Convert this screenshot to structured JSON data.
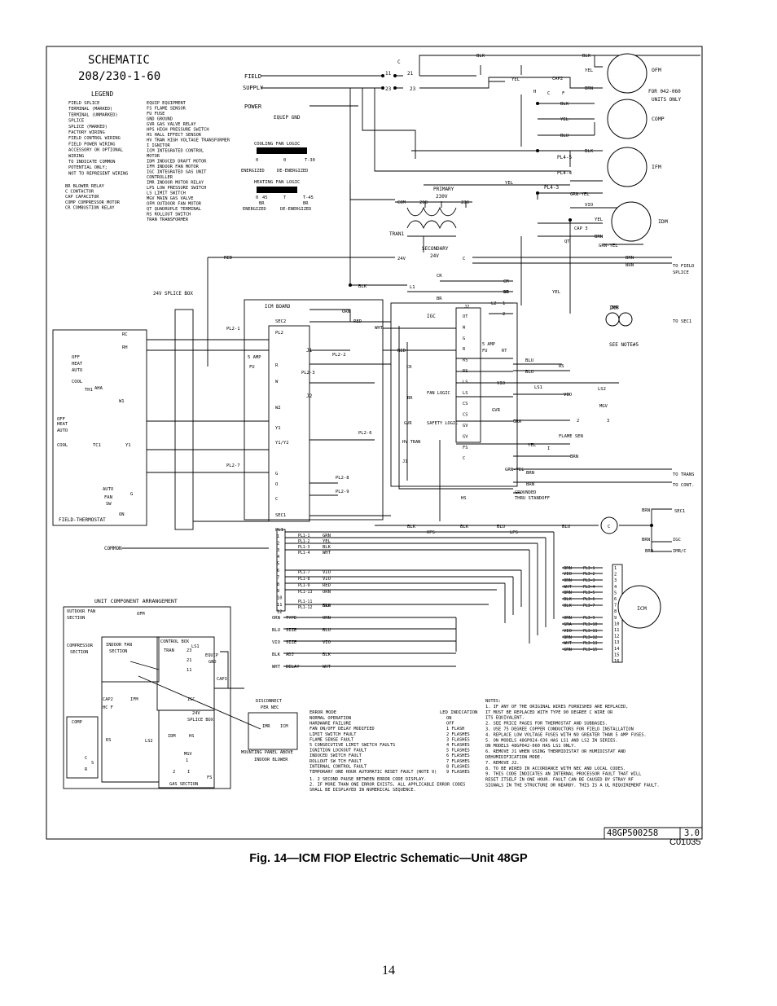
{
  "schematic": {
    "title_line1": "SCHEMATIC",
    "title_line2": "208/230-1-60",
    "legend_title": "LEGEND",
    "legend_symbols": [
      "FIELD SPLICE",
      "TERMINAL (MARKED)",
      "TERMINAL (UNMARKED)",
      "SPLICE",
      "SPLICE (MARKED)",
      "FACTORY WIRING",
      "FIELD CONTROL WIRING",
      "FIELD POWER WIRING",
      "ACCESSORY OR OPTIONAL",
      "WIRING",
      "TO INDICATE COMMON",
      "POTENTIAL ONLY;",
      "NOT TO REPRESENT WIRING"
    ],
    "legend_abbrev_a": [
      "BR  BLOWER RELAY",
      "C   CONTACTOR",
      "CAP CAPACITOR",
      "COMP COMPRESSOR MOTOR",
      "CR  COMBUSTION RELAY"
    ],
    "legend_abbrev_b": [
      "EQUIP EQUIPMENT",
      "FS  FLAME SENSOR",
      "FU  FUSE",
      "GND GROUND",
      "GVR GAS VALVE RELAY",
      "HPS HIGH PRESSURE SWITCH",
      "HS  HALL EFFECT SENSOR",
      "HV TRAN HIGH VOLTAGE TRANSFORMER",
      "I   IGNITOR",
      "ICM INTEGRATED CONTROL",
      "    MOTOR",
      "IDM INDUCED DRAFT MOTOR",
      "IFM INDOOR FAN MOTOR",
      "IGC INTEGRATED GAS UNIT",
      "    CONTROLLER",
      "IMR INDOOR MOTOR RELAY",
      "LPS LOW PRESSURE SWITCH",
      "LS  LIMIT SWITCH",
      "MGV MAIN GAS VALVE",
      "OFM OUTDOOR FAN MOTOR",
      "QT  QUADRUPLE TERMINAL",
      "RS  ROLLOUT SWITCH",
      "TRAN TRANSFORMER"
    ],
    "cooling_logic_title": "COOLING FAN LOGIC",
    "cooling_logic_ticks": [
      "0",
      "0",
      "T-30"
    ],
    "cooling_logic_states": [
      "ENERGIZED",
      "DE-ENERGIZED"
    ],
    "heating_logic_title": "HEATING FAN LOGIC",
    "heating_logic_ticks": [
      "0",
      "45",
      "T",
      "T-45"
    ],
    "heating_logic_codes": [
      "BR",
      "BR"
    ],
    "heating_logic_states": [
      "ENERGIZED",
      "DE-ENERGIZED"
    ],
    "field_supply": [
      "FIELD",
      "SUPPLY",
      "POWER",
      "EQUIP GND"
    ],
    "power_terminals": [
      "11",
      "21",
      "23",
      "23",
      "C"
    ],
    "wire_colors": [
      "BLK",
      "BLK",
      "YEL",
      "BRN",
      "YEL",
      "BLK",
      "YEL",
      "BLU",
      "BLK",
      "YEL",
      "GRN-YEL",
      "VIO",
      "YEL",
      "BRN",
      "GRN-YEL",
      "BRN",
      "BRN",
      "RED",
      "BLK",
      "YEL",
      "ORN",
      "RED",
      "WHT",
      "RED",
      "BLU",
      "BLU",
      "VIO",
      "VIO",
      "GRA",
      "YEL",
      "BRN",
      "GRN-YEL",
      "BRN",
      "BRN",
      "BLK",
      "BLK",
      "BLU",
      "BLU",
      "BRN",
      "BRN",
      "BRN"
    ],
    "transformer": {
      "primary": "PRIMARY",
      "primary_v": "230V",
      "taps": [
        "COM",
        "208",
        "230"
      ],
      "name": "TRAN1",
      "secondary": "SECONDARY",
      "secondary_v": "24V",
      "out": [
        "24V",
        "C"
      ]
    },
    "motors": [
      {
        "label": "OFM",
        "note": "FOR 042-060",
        "note2": "UNITS ONLY"
      },
      {
        "label": "COMP",
        "note": "",
        "note2": ""
      },
      {
        "label": "IFM",
        "note": "",
        "note2": ""
      },
      {
        "label": "IDM",
        "note": "",
        "note2": ""
      },
      {
        "label": "ICM",
        "note": "",
        "note2": ""
      }
    ],
    "cap_labels": [
      "CAP2",
      "H",
      "C",
      "F",
      "CAP 3",
      "QT"
    ],
    "pl_labels": [
      "PL4-5",
      "PL4-4",
      "PL4-3"
    ],
    "to_field_splice": [
      "TO FIELD",
      "SPLICE"
    ],
    "to_sec1": "TO SEC1",
    "to_trans": "TO TRANS",
    "to_cont": "TO CONT.",
    "imr_label": "IMR",
    "see_note": "SEE NOTE#5",
    "cr_terms": [
      "CR",
      "BR",
      "CM",
      "BM",
      "L2",
      "L1",
      "1",
      "2",
      "11"
    ],
    "splice_box_label": "24V SPLICE BOX",
    "icm_board_label": "ICM BOARD",
    "icm_board_terms": [
      "SEC2",
      "PL2",
      "R",
      "W",
      "W2",
      "Y1",
      "Y1/Y2",
      "G",
      "O",
      "C",
      "SEC1"
    ],
    "fuse_label": "5 AMP",
    "fuse_code": "FU",
    "j_labels": [
      "J1",
      "J2"
    ],
    "pl2_labels": [
      "PL2-1",
      "PL2-2",
      "PL2-3",
      "PL2-6",
      "PL2-7",
      "PL2-8",
      "PL2-9"
    ],
    "thermostat": {
      "title": "FIELD-THERMOSTAT",
      "labels": [
        "RC",
        "RH",
        "OFF",
        "HEAT",
        "AUTO",
        "COOL",
        "TH1",
        "AHA",
        "W1",
        "OFF",
        "HEAT",
        "AUTO",
        "COOL",
        "TC1",
        "Y1",
        "AUTO",
        "FAN",
        "SW",
        "ON",
        "G"
      ],
      "common": "COMMON"
    },
    "igc": {
      "label": "IGC",
      "terms": [
        "OT",
        "W",
        "G",
        "R",
        "RS",
        "RS",
        "LS",
        "LS",
        "CS",
        "CS",
        "GV",
        "GV",
        "FS",
        "C"
      ],
      "parts": [
        "CR",
        "BR",
        "FAN LOGIC",
        "GVR",
        "SAFETY LOGIC",
        "HV TRAN",
        "J2",
        "J1",
        "5 AMP",
        "FU",
        "RT",
        "I",
        "2",
        "3"
      ]
    },
    "components": [
      "RS",
      "LS1",
      "LS2",
      "MGV",
      "GVR",
      "FLAME SEN",
      "HS",
      "HPS",
      "LPS",
      "IMR",
      "GROUNDED",
      "THRU STANDOFF",
      "C",
      "SEC1",
      "IGC",
      "IMR/C"
    ],
    "pl1": {
      "label": "PL1",
      "rows": [
        "1",
        "2",
        "3",
        "4",
        "5",
        "6",
        "7",
        "8",
        "9",
        "10",
        "11",
        "12"
      ],
      "tags": [
        "PL1-1",
        "PL1-2",
        "PL1-3",
        "PL1-4",
        "PL1-7",
        "PL1-8",
        "PL1-9",
        "PL1-13",
        "PL1-11",
        "PL1-12"
      ],
      "colors": [
        "GRN",
        "YEL",
        "BLK",
        "WHT",
        "VIO",
        "VIO",
        "RED",
        "ORN",
        "GRA",
        "BLU"
      ]
    },
    "dip": [
      {
        "wire": "ORN",
        "label": "TYPE"
      },
      {
        "wire": "BLU",
        "label": "SIZE"
      },
      {
        "wire": "VIO",
        "label": "SIZE"
      },
      {
        "wire": "BLK",
        "label": "ADJ"
      },
      {
        "wire": "WHT",
        "label": "DELAY"
      }
    ],
    "dip_out_colors": [
      "ORN",
      "BLU",
      "VIO",
      "BLK",
      "WHT"
    ],
    "pl3": {
      "left_colors": [
        "BRN",
        "VIO",
        "ORN",
        "WHT",
        "BRN",
        "BLK",
        "BLK",
        "ORN",
        "GRA",
        "VIO",
        "BRN",
        "WHT",
        "GRN"
      ],
      "tags": [
        "PL3-1",
        "PL3-2",
        "PL3-3",
        "PL3-4",
        "PL3-5",
        "PL3-6",
        "PL3-7",
        "PL3-9",
        "PL3-10",
        "PL3-11",
        "PL3-12",
        "PL3-13",
        "PL3-15"
      ],
      "pins": [
        "1",
        "2",
        "3",
        "4",
        "5",
        "6",
        "7",
        "8",
        "9",
        "10",
        "11",
        "12",
        "13",
        "14",
        "15",
        "16"
      ]
    },
    "arrangement": {
      "title": "UNIT COMPONENT ARRANGEMENT",
      "labels": [
        "OUTDOOR FAN",
        "SECTION",
        "OFM",
        "COMPRESSOR",
        "SECTION",
        "INDOOR FAN",
        "SECTION",
        "CONTROL BOX",
        "LS1",
        "TRAN",
        "23",
        "21",
        "11",
        "EQUIP",
        "GND",
        "CAP3",
        "CAP2",
        "HC F",
        "IFM",
        "IGC",
        "COMP",
        "C",
        "S",
        "R",
        "24V",
        "SPLICE BOX",
        "IDM",
        "HS",
        "LS2",
        "MGV",
        "1",
        "2",
        "I",
        "FS",
        "RS",
        "GAS SECTION",
        "DISCONNECT",
        "PER NEC",
        "IMR",
        "ICM",
        "MOUNTING PANEL ABOVE",
        "INDOOR BLOWER"
      ]
    },
    "error_table": {
      "head": [
        "ERROR MODE",
        "LED INDICATION"
      ],
      "rows": [
        [
          "NORMAL OPERATION",
          "ON"
        ],
        [
          "HARDWARE FAILURE",
          "OFF"
        ],
        [
          "FAN ON/OFF DELAY MODIFIED",
          "1 FLASH"
        ],
        [
          "LIMIT SWITCH FAULT",
          "2 FLASHES"
        ],
        [
          "FLAME SENSE FAULT",
          "3 FLASHES"
        ],
        [
          "5 CONSECUTIVE LIMIT SWITCH FAULTS",
          "4 FLASHES"
        ],
        [
          "IGNITION LOCKOUT FAULT",
          "5 FLASHES"
        ],
        [
          "INDUCED SWITCH FAULT",
          "6 FLASHES"
        ],
        [
          "ROLLOUT SW TCH FAULT",
          "7 FLASHES"
        ],
        [
          "INTERNAL CONTROL FAULT",
          "8 FLASHES"
        ],
        [
          "TEMPORARY ONE HOUR AUTOMATIC RESET FAULT (NOTE 9)",
          "9 FLASHES"
        ]
      ],
      "footnotes": [
        "1. 2 SECOND PAUSE BETWEEN ERROR CODE DISPLAY.",
        "2. IF MORE THAN ONE ERROR EXISTS, ALL APPLICABLE ERROR CODES",
        "   SHALL BE DISPLAYED IN NUMERICAL SEQUENCE."
      ]
    },
    "notes": [
      "NOTES:",
      "1. IF ANY OF THE ORIGINAL WIRES FURNISHED ARE REPLACED,",
      "   IT MUST BE REPLACED WITH TYPE 90 DEGREE C WIRE OR",
      "   ITS EQUIVALENT.",
      "2. SEE PRICE PAGES FOR THERMOSTAT AND SUBBASES.",
      "3. USE 75 DEGREE COPPER CONDUCTORS FOR FIELD INSTALLATION",
      "4. REPLACE LOW VOLTAGE FUSES WITH NO GREATER THAN 5 AMP FUSES.",
      "5. ON MODELS 48GP024-036 HAS LS1 AND LS2 IN SERIES.",
      "   ON MODELS 48GP042-060 HAS LS1 ONLY.",
      "6. REMOVE J1 WHEN USING THERMIDISTAT OR HUMIDISTAT AND",
      "   DEHUMIDIFICATION MODE.",
      "7. REMOVE J2.",
      "8. TO BE WIRED IN ACCORDANCE WITH NEC AND LOCAL CODES.",
      "9. THIS CODE INDICATES AN INTERNAL PROCESSOR FAULT THAT WILL",
      "   RESET ITSELF IN ONE HOUR. FAULT CAN BE CAUSED BY STRAY RF",
      "   SIGNALS IN THE STRUCTURE OR NEARBY. THIS IS A UL REQUIREMENT FAULT."
    ],
    "doc_number": "48GP500258",
    "doc_rev": "3.0"
  },
  "figure": {
    "code": "C01035",
    "caption": "Fig. 14—ICM FIOP Electric Schematic—Unit 48GP",
    "page_number": "14"
  }
}
